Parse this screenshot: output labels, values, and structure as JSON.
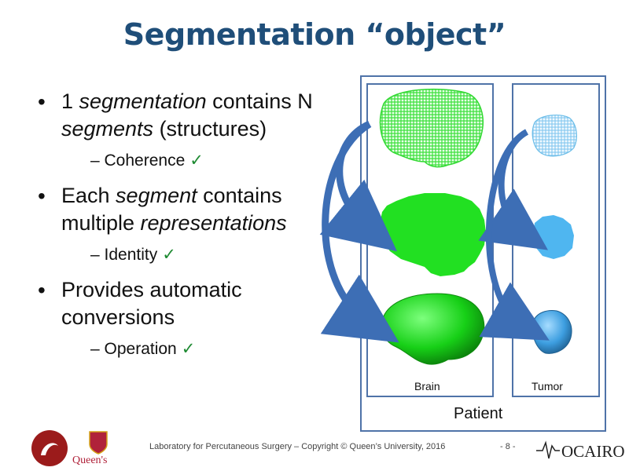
{
  "title": "Segmentation “object”",
  "bullets": [
    {
      "parts": [
        {
          "t": "1 ",
          "i": false
        },
        {
          "t": "segmentation",
          "i": true
        },
        {
          "t": " contains N ",
          "i": false
        },
        {
          "t": "segments",
          "i": true
        },
        {
          "t": " (structures)",
          "i": false
        }
      ],
      "sub": "– Coherence"
    },
    {
      "parts": [
        {
          "t": "Each ",
          "i": false
        },
        {
          "t": "segment",
          "i": true
        },
        {
          "t": " contains multiple ",
          "i": false
        },
        {
          "t": "representations",
          "i": true
        }
      ],
      "sub": "– Identity"
    },
    {
      "parts": [
        {
          "t": "Provides automatic conversions",
          "i": false
        }
      ],
      "sub": "– Operation"
    }
  ],
  "checkmark": "✓",
  "diagram": {
    "col1_label": "Brain",
    "col2_label": "Tumor",
    "outer_label": "Patient",
    "colors": {
      "border": "#4f73a8",
      "arrow": "#3d6eb5",
      "brain": "#22e022",
      "tumor": "#4fb6f0"
    }
  },
  "footer": {
    "text": "Laboratory for Percutaneous Surgery – Copyright © Queen’s University, 2016",
    "page": "- 8 -",
    "logo_queens": "Queen's",
    "logo_ocairo": "OCAIRO"
  }
}
